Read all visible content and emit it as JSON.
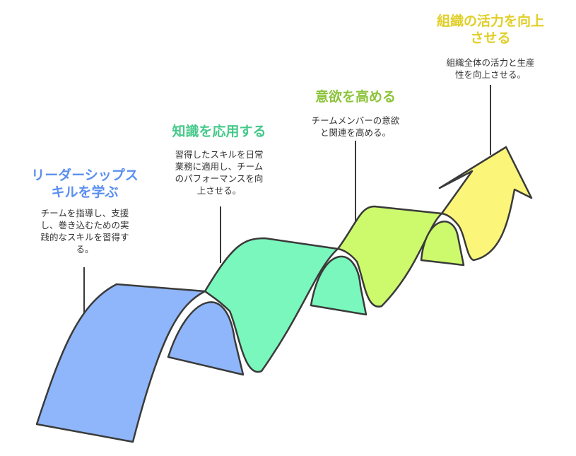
{
  "colors": {
    "step1": "#8fb6fa",
    "step2": "#7af7bc",
    "step3": "#cdfa6c",
    "step4": "#fbf57a",
    "title1": "#5b8ff0",
    "title2": "#46c98a",
    "title3": "#8cc43a",
    "title4": "#e0cf28",
    "outline": "#3a3a3a"
  },
  "steps": [
    {
      "title_line1": "リーダーシップス",
      "title_line2": "キルを学ぶ",
      "desc_lines": [
        "チームを指導し、支援",
        "し、巻き込むための実",
        "践的なスキルを習得す",
        "る。"
      ]
    },
    {
      "title_line1": "知識を応用する",
      "desc_lines": [
        "習得したスキルを日常",
        "業務に適用し、チーム",
        "のパフォーマンスを向",
        "上させる。"
      ]
    },
    {
      "title_line1": "意欲を高める",
      "desc_lines": [
        "チームメンバーの意欲",
        "と関連を高める。"
      ]
    },
    {
      "title_line1": "組織の活力を向上",
      "title_line2": "させる",
      "desc_lines": [
        "組織全体の活力と生産",
        "性を向上させる。"
      ]
    }
  ]
}
